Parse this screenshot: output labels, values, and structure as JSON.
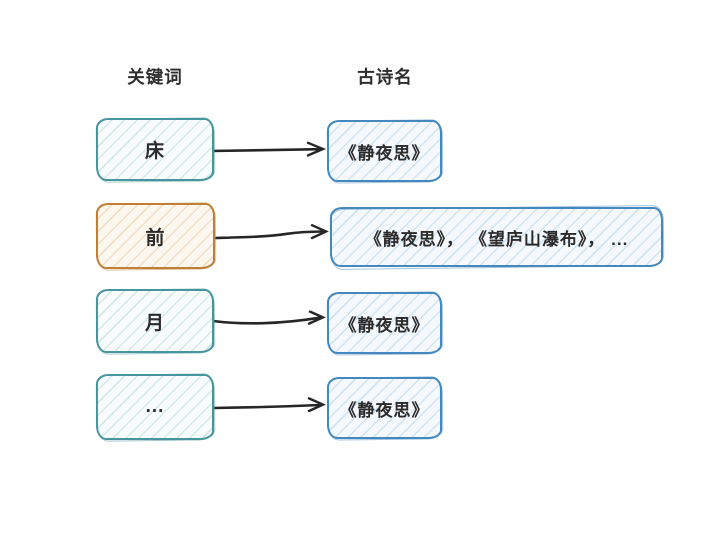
{
  "headers": {
    "left": "关键词",
    "right": "古诗名"
  },
  "rows": [
    {
      "keyword": "床",
      "keyword_style": "teal",
      "poems": "《静夜思》"
    },
    {
      "keyword": "前",
      "keyword_style": "orange",
      "poems": "《静夜思》， 《望庐山瀑布》， ..."
    },
    {
      "keyword": "月",
      "keyword_style": "teal",
      "poems": "《静夜思》"
    },
    {
      "keyword": "...",
      "keyword_style": "teal",
      "poems": "《静夜思》"
    }
  ],
  "colors": {
    "keyword_border": "#47969e",
    "keyword_highlight_border": "#c07f35",
    "poem_border": "#4489be",
    "arrow": "#262626",
    "text": "#2b2b2b",
    "background": "#ffffff"
  }
}
